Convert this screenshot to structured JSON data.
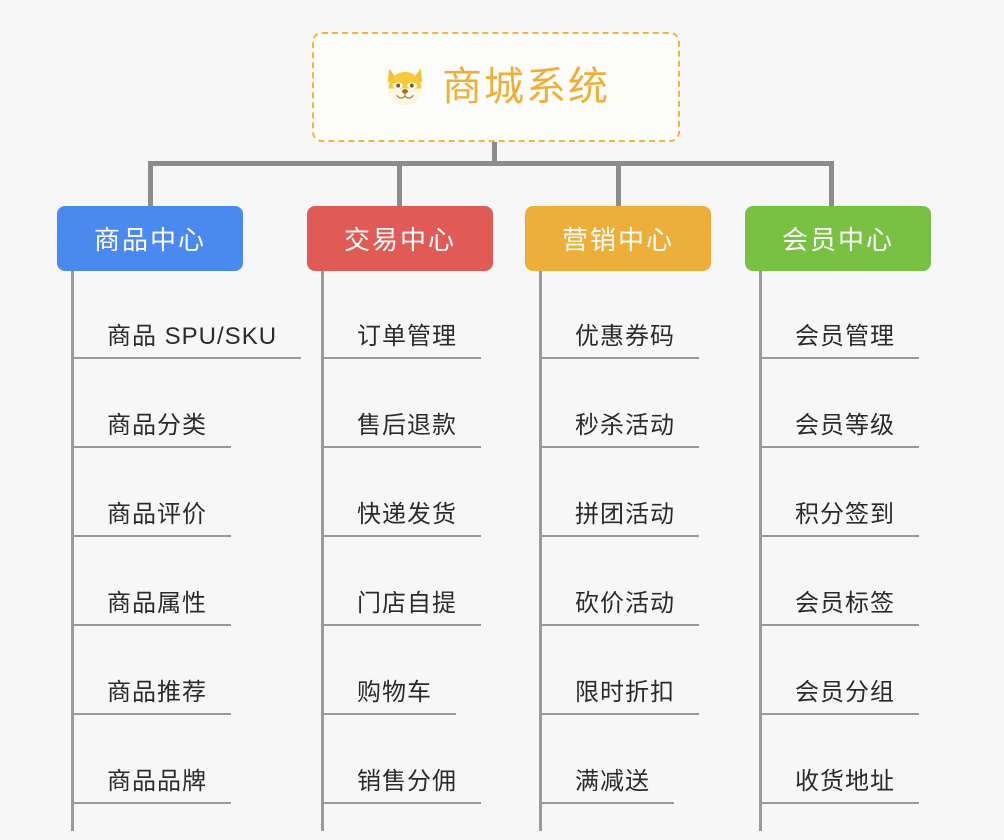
{
  "root": {
    "title": "商城系统",
    "icon": "shiba-dog-icon",
    "border_color": "#f0b73e",
    "text_color": "#eeaf3a",
    "background": "#fdfdfb"
  },
  "canvas": {
    "background": "#f7f7f7",
    "connector_color": "#8c8c8c"
  },
  "columns": [
    {
      "header": "商品中心",
      "color": "#4a89ef",
      "items": [
        "商品 SPU/SKU",
        "商品分类",
        "商品评价",
        "商品属性",
        "商品推荐",
        "商品品牌"
      ]
    },
    {
      "header": "交易中心",
      "color": "#e05a56",
      "items": [
        "订单管理",
        "售后退款",
        "快递发货",
        "门店自提",
        "购物车",
        "销售分佣"
      ]
    },
    {
      "header": "营销中心",
      "color": "#eeaf3a",
      "items": [
        "优惠券码",
        "秒杀活动",
        "拼团活动",
        "砍价活动",
        "限时折扣",
        "满减送"
      ]
    },
    {
      "header": "会员中心",
      "color": "#79c143",
      "items": [
        "会员管理",
        "会员等级",
        "积分签到",
        "会员标签",
        "会员分组",
        "收货地址"
      ]
    }
  ]
}
